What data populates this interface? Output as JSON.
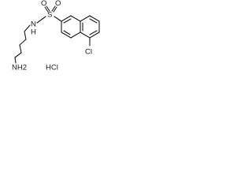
{
  "structure": {
    "atoms": {
      "sulfonyl_sulfur": "S",
      "sulfonyl_oxygen_left": "O",
      "sulfonyl_oxygen_right": "O",
      "amide_nitrogen": "N",
      "amide_hydrogen": "H",
      "terminal_amine": "NH2",
      "chlorine": "Cl"
    },
    "counter_ion": "HCl"
  }
}
